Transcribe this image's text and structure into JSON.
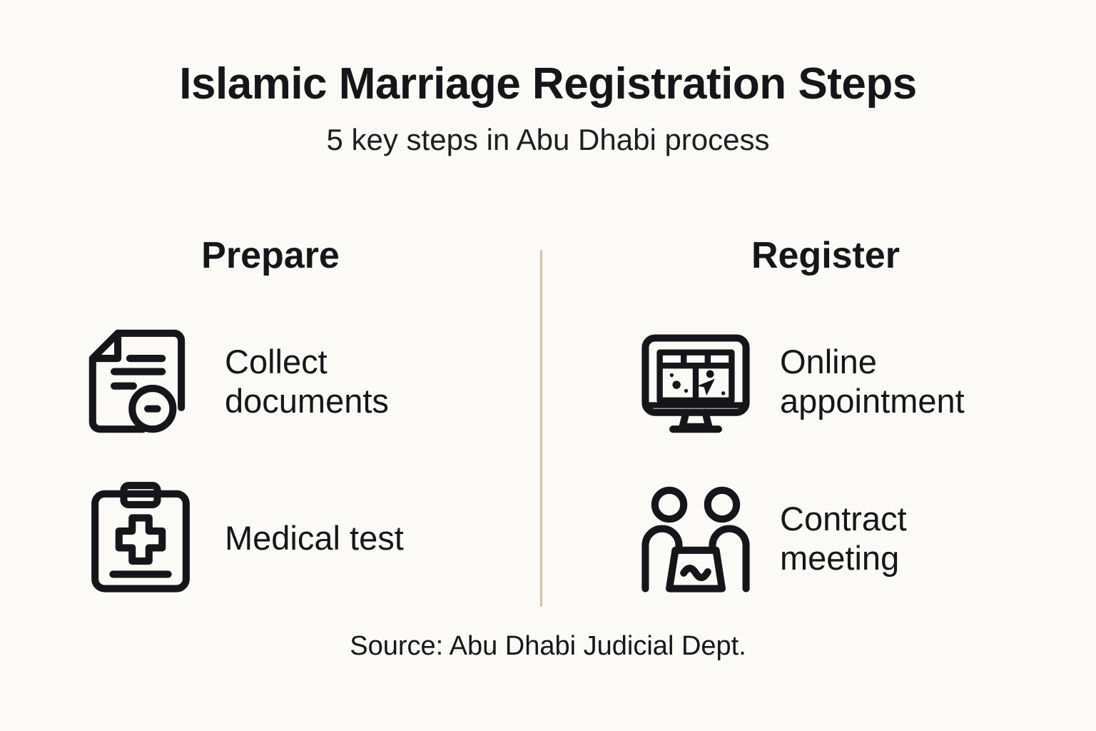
{
  "header": {
    "title": "Islamic Marriage Registration Steps",
    "subtitle": "5 key steps in Abu Dhabi process"
  },
  "columns": [
    {
      "heading": "Prepare",
      "rows": [
        {
          "icon": "document-seal-icon",
          "label": "Collect documents"
        },
        {
          "icon": "clipboard-medical-icon",
          "label": "Medical test"
        }
      ]
    },
    {
      "heading": "Register",
      "rows": [
        {
          "icon": "desktop-monitor-icon",
          "label": "Online appointment"
        },
        {
          "icon": "two-people-contract-icon",
          "label": "Contract meeting"
        }
      ]
    }
  ],
  "footer": {
    "source": "Source: Abu Dhabi Judicial Dept."
  },
  "colors": {
    "background": "#fbfaf6",
    "text": "#16161a",
    "divider": "#cfc0a8",
    "icon_stroke": "#16161a"
  }
}
